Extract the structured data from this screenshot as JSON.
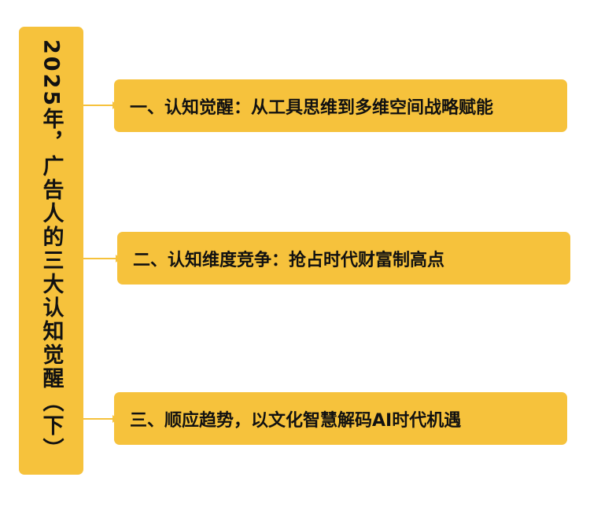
{
  "colors": {
    "box": "#f6c23c",
    "text": "#111111",
    "background": "#ffffff"
  },
  "root": {
    "label": "2025年，广告人的三大认知觉醒（下）"
  },
  "branches": [
    {
      "label": "一、认知觉醒：从工具思维到多维空间战略赋能"
    },
    {
      "label": "二、认知维度竞争：抢占时代财富制高点"
    },
    {
      "label": "三、顺应趋势，以文化智慧解码AI时代机遇"
    }
  ]
}
